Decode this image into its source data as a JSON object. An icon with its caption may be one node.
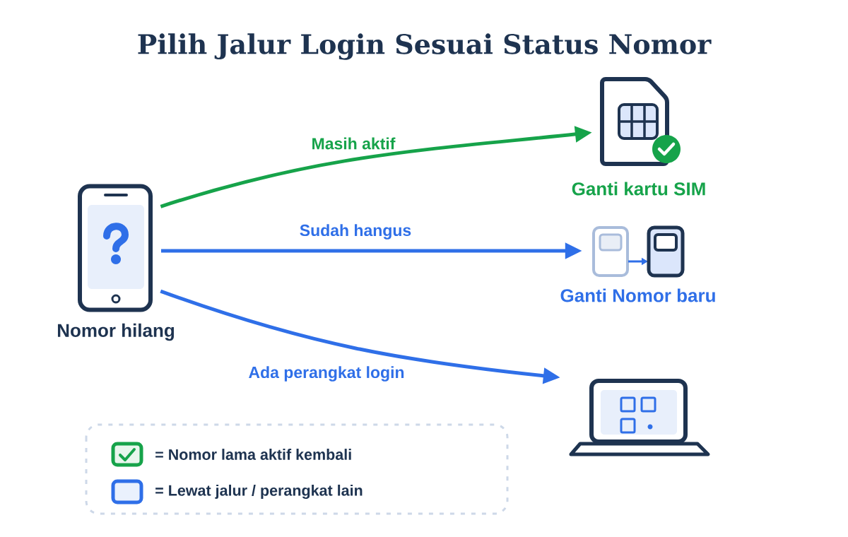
{
  "diagram": {
    "title": "Pilih Jalur Login Sesuai Status Nomor",
    "nodes": [
      {
        "text": [
          "Nomor hilang"
        ]
      },
      {
        "text": [
          "Ganti kartu SIM"
        ]
      },
      {
        "text": [
          "Ganti Nomor baru"
        ]
      },
      {
        "text": [],
        "shape": "picture"
      }
    ],
    "edges": [
      {
        "from": 0,
        "to": 1,
        "arrow": "to",
        "label": "Masih aktif",
        "color": "#16a34a"
      },
      {
        "from": 0,
        "to": 2,
        "arrow": "to",
        "label": "Sudah hangus"
      },
      {
        "from": 0,
        "to": 3,
        "arrow": "to",
        "label": "Ada perangkat login"
      }
    ],
    "legend": [
      {
        "text": "= Nomor lama aktif kembali",
        "color": "#16a34a"
      },
      {
        "text": "= Lewat jalur / perangkat lain",
        "color": "#2f6fe8"
      }
    ]
  }
}
